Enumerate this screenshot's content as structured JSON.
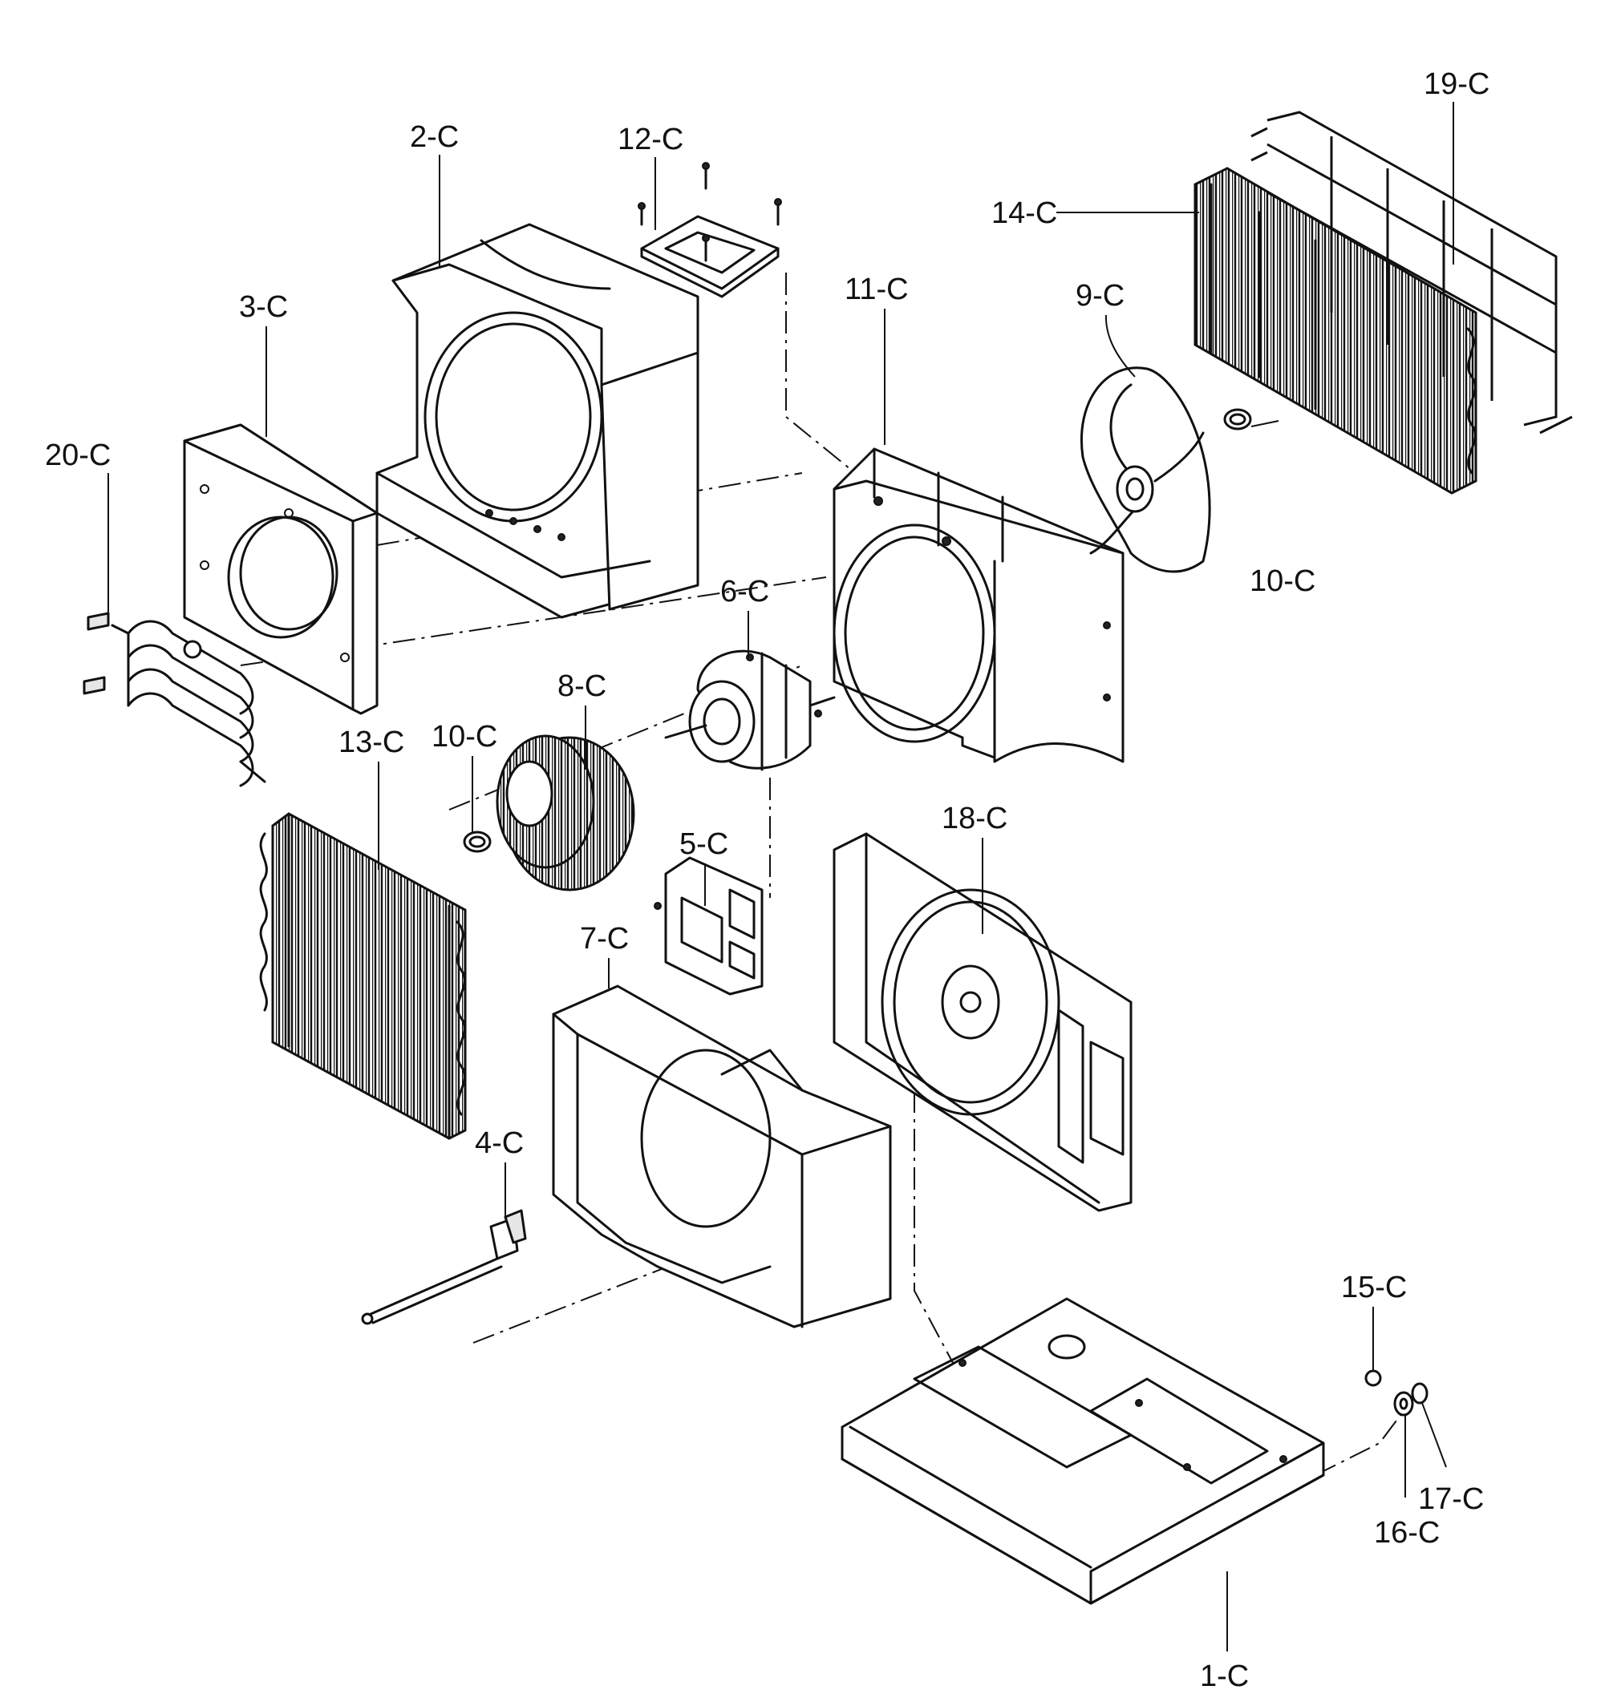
{
  "parts": [
    {
      "id": "1-C"
    },
    {
      "id": "2-C"
    },
    {
      "id": "3-C"
    },
    {
      "id": "4-C"
    },
    {
      "id": "5-C"
    },
    {
      "id": "6-C"
    },
    {
      "id": "7-C"
    },
    {
      "id": "8-C"
    },
    {
      "id": "9-C"
    },
    {
      "id": "10-C"
    },
    {
      "id": "10-C"
    },
    {
      "id": "11-C"
    },
    {
      "id": "12-C"
    },
    {
      "id": "13-C"
    },
    {
      "id": "14-C"
    },
    {
      "id": "15-C"
    },
    {
      "id": "16-C"
    },
    {
      "id": "17-C"
    },
    {
      "id": "18-C"
    },
    {
      "id": "19-C"
    },
    {
      "id": "20-C"
    }
  ]
}
